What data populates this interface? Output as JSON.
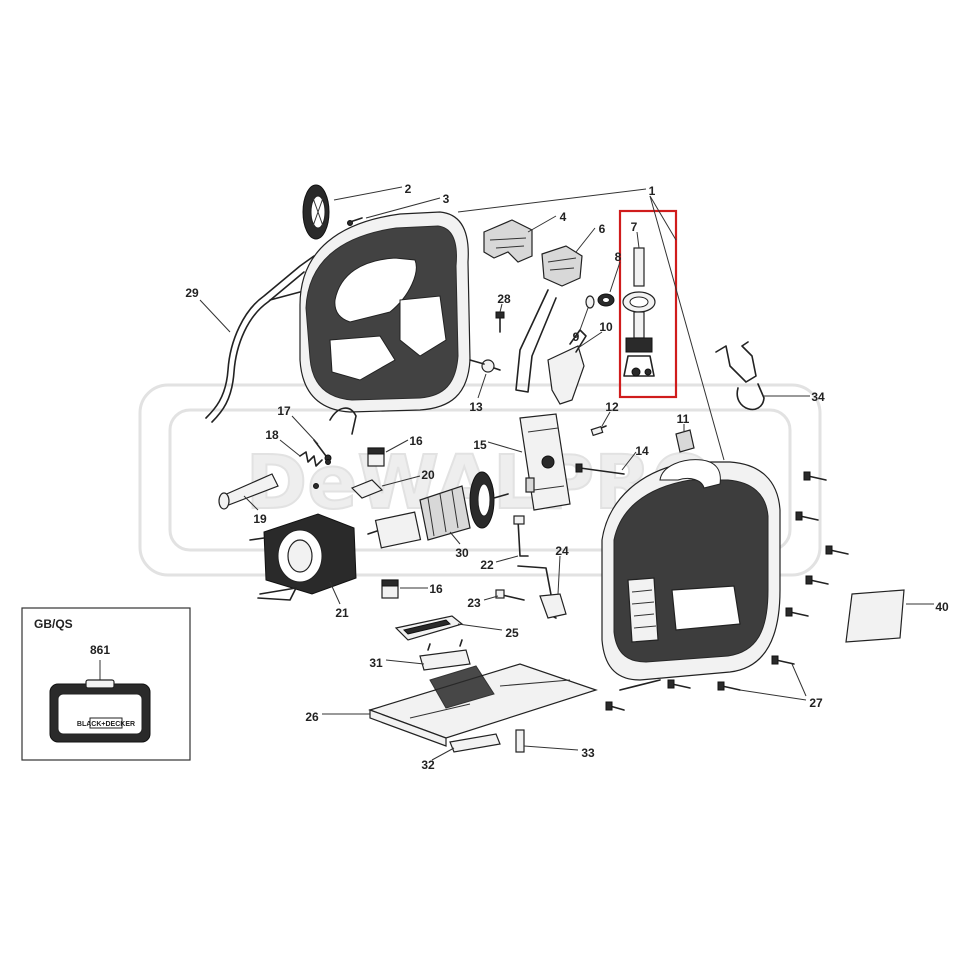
{
  "watermark_text": "DeWALPRO",
  "inset": {
    "title": "GB/QS",
    "case_label": "861",
    "case_logo": "BLACK+DECKER"
  },
  "highlight_color": "#d01c1c",
  "parts": [
    {
      "id": "p1",
      "label": "1"
    },
    {
      "id": "p2",
      "label": "2"
    },
    {
      "id": "p3",
      "label": "3"
    },
    {
      "id": "p4",
      "label": "4"
    },
    {
      "id": "p6",
      "label": "6"
    },
    {
      "id": "p7",
      "label": "7"
    },
    {
      "id": "p8",
      "label": "8"
    },
    {
      "id": "p9",
      "label": "9"
    },
    {
      "id": "p10",
      "label": "10"
    },
    {
      "id": "p11",
      "label": "11"
    },
    {
      "id": "p12",
      "label": "12"
    },
    {
      "id": "p13",
      "label": "13"
    },
    {
      "id": "p14",
      "label": "14"
    },
    {
      "id": "p15",
      "label": "15"
    },
    {
      "id": "p16a",
      "label": "16"
    },
    {
      "id": "p16b",
      "label": "16"
    },
    {
      "id": "p17",
      "label": "17"
    },
    {
      "id": "p18",
      "label": "18"
    },
    {
      "id": "p19",
      "label": "19"
    },
    {
      "id": "p20",
      "label": "20"
    },
    {
      "id": "p21",
      "label": "21"
    },
    {
      "id": "p22",
      "label": "22"
    },
    {
      "id": "p23",
      "label": "23"
    },
    {
      "id": "p24",
      "label": "24"
    },
    {
      "id": "p25",
      "label": "25"
    },
    {
      "id": "p26",
      "label": "26"
    },
    {
      "id": "p27",
      "label": "27"
    },
    {
      "id": "p28",
      "label": "28"
    },
    {
      "id": "p29",
      "label": "29"
    },
    {
      "id": "p30",
      "label": "30"
    },
    {
      "id": "p31",
      "label": "31"
    },
    {
      "id": "p32",
      "label": "32"
    },
    {
      "id": "p33",
      "label": "33"
    },
    {
      "id": "p34",
      "label": "34"
    },
    {
      "id": "p40",
      "label": "40"
    }
  ]
}
